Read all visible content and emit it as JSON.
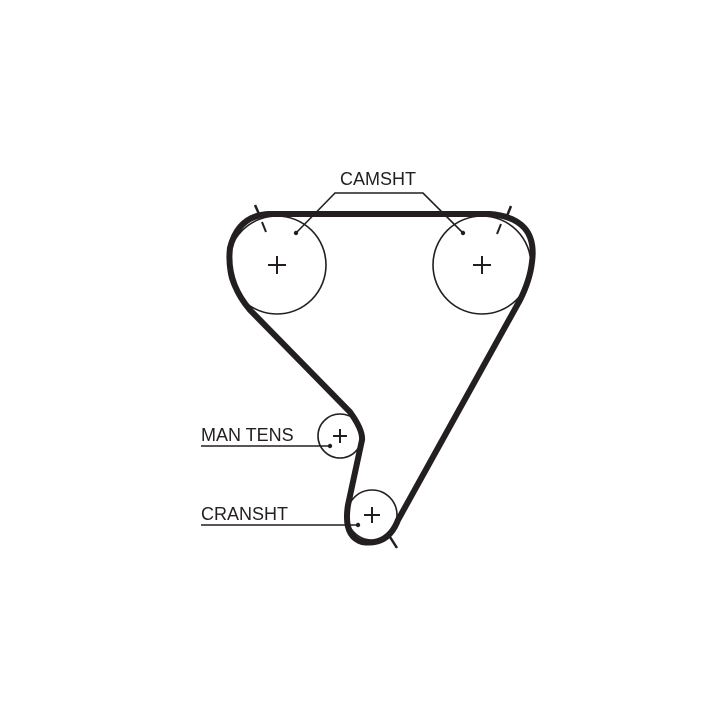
{
  "labels": {
    "camshaft": "CAMSHT",
    "tensioner": "MAN TENS",
    "crankshaft": "CRANSHT"
  },
  "colors": {
    "line": "#231f20",
    "background": "#ffffff"
  }
}
